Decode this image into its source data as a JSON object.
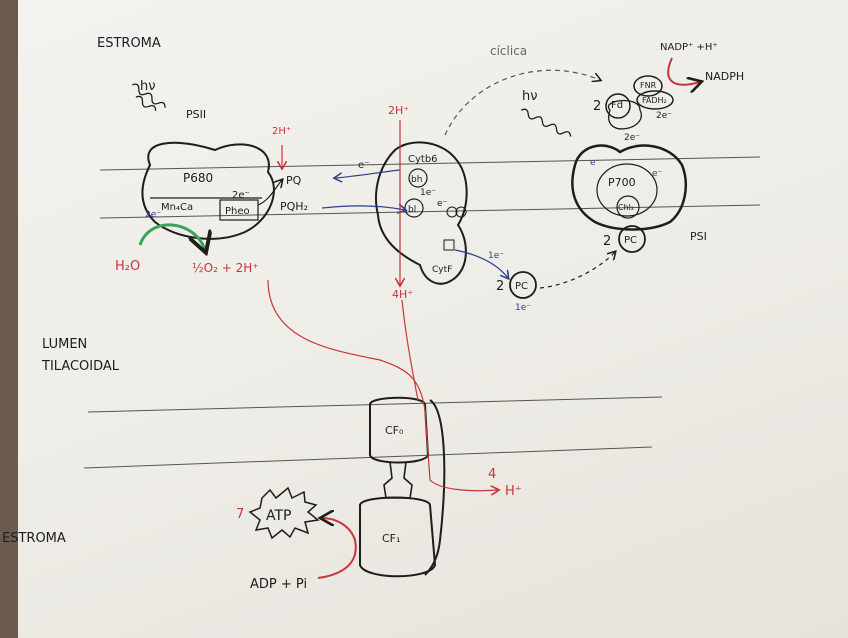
{
  "labels": {
    "stroma_top": "ESTROMA",
    "ciclica": "cíclica",
    "nadp": "NADP⁺ +H⁺",
    "nadph": "NADPH",
    "hv1": "hν",
    "hv2": "hν",
    "psii": "PSII",
    "p680": "P680",
    "mn_ca": "Mn₄Ca",
    "pheo": "Pheo",
    "ze_left": "2e⁻",
    "ze_mid": "2e⁻",
    "h2o": "H₂O",
    "o2": "½O₂ + 2H⁺",
    "two_h_pq": "2H⁺",
    "pq": "PQ",
    "pqh2": "PQH₂",
    "e_to_pq": "e⁻",
    "two_h_top": "2H⁺",
    "four_h": "4H⁺",
    "cytb6": "Cytb6",
    "bh": "bh",
    "bl": "bl",
    "e_cyt1": "1e⁻",
    "e_cyt2": "e⁻",
    "cytf": "CytF",
    "pc": "PC",
    "two_pc": "2",
    "e_pc1": "1e⁻",
    "e_pc2": "1e⁻",
    "fd": "Fd",
    "fnr": "FNR",
    "fadh2": "FADH₂",
    "two_fd": "2",
    "ze_fd": "2e⁻",
    "two_e_top": "2e⁻",
    "p700": "P700",
    "chl": "Chl₂",
    "e_p700_l": "e⁻",
    "e_p700_r": "e⁻",
    "two_pc_psi": "2",
    "pc_psi": "PC",
    "psi": "PSI",
    "lumen1": "LUMEN",
    "lumen2": "TILACOIDAL",
    "cf0": "CF₀",
    "cf1": "CF₁",
    "atp": "ATP",
    "atp_num": "7",
    "four": "4",
    "h_plus": "H⁺",
    "adp": "ADP + Pi",
    "stroma_bottom": "ESTROMA"
  },
  "colors": {
    "ink": "#1d1d1d",
    "red": "#c8343a",
    "blue": "#2c3f8a",
    "green": "#3aa35a",
    "membrane": "#555555"
  }
}
